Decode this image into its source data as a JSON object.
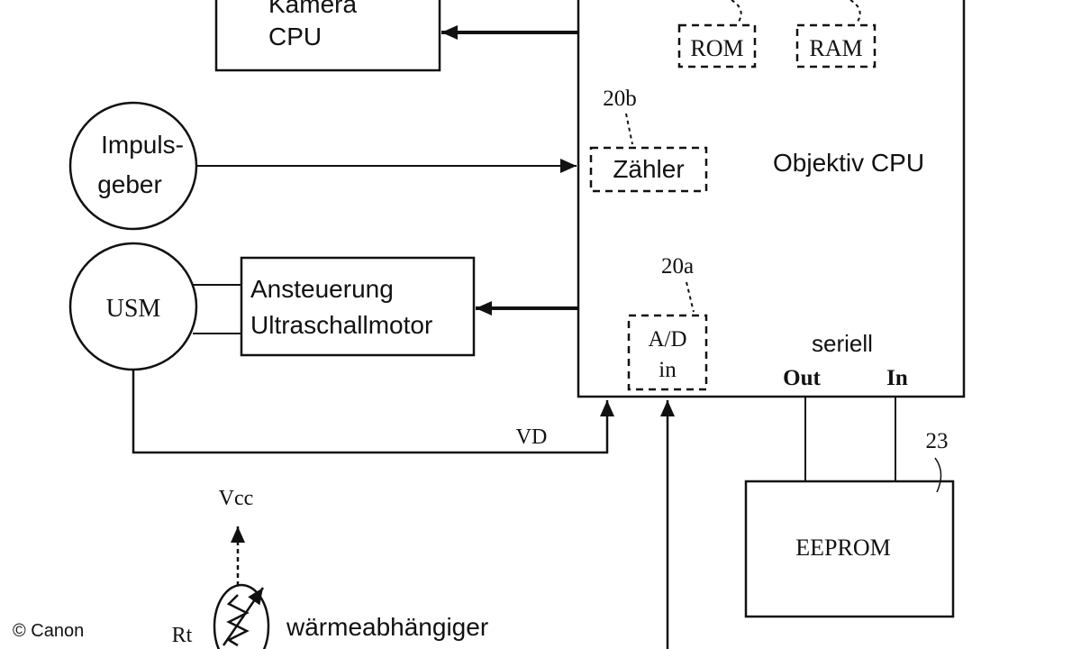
{
  "blocks": {
    "kamera_cpu": {
      "line1": "Kamera",
      "line2": "CPU"
    },
    "objektiv_cpu": {
      "label": "Objektiv CPU"
    },
    "impulsgeber": {
      "line1": "Impuls-",
      "line2": "geber"
    },
    "usm": {
      "label": "USM"
    },
    "ansteuerung": {
      "line1": "Ansteuerung",
      "line2": "Ultraschallmotor"
    },
    "eeprom": {
      "label": "EEPROM",
      "ref": "23"
    }
  },
  "internal": {
    "rom": {
      "label": "ROM"
    },
    "ram": {
      "label": "RAM"
    },
    "zaehler": {
      "label": "Zähler",
      "ref": "20b"
    },
    "adc": {
      "line1": "A/D",
      "line2": "in",
      "ref": "20a"
    }
  },
  "ports": {
    "seriell": "seriell",
    "out": "Out",
    "in": "In"
  },
  "signals": {
    "vd": "VD"
  },
  "sensor": {
    "vcc": "Vcc",
    "rt": "Rt",
    "desc": "wärmeabhängiger"
  },
  "footer": {
    "copyright": "© Canon"
  }
}
